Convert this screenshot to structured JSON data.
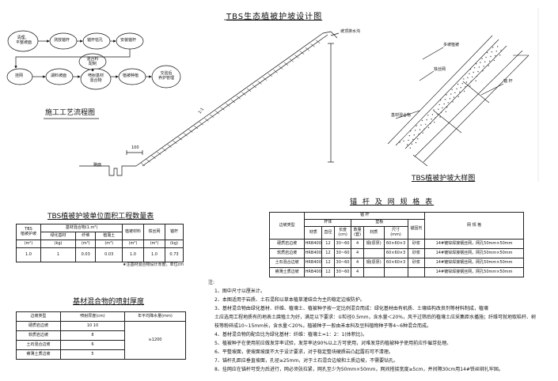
{
  "top_title": "TBS生态植被护坡设计图",
  "flow": {
    "title": "施工工艺流程图",
    "nodes": [
      "清理、\n平整坡面",
      "挂网",
      "锚杆枯孔",
      "混合料\n配制",
      "安装锚杆",
      "喷射基材\n混合物",
      "植被种植",
      "交验后\n养护管理"
    ],
    "n1": "清理、",
    "n1b": "平整坡面",
    "n2": "测放锚杆",
    "n3": "锚杆枯孔",
    "n4": "安装锚杆",
    "n5": "混合料",
    "n5b": "配制",
    "n6": "挂网",
    "n7": "湖料坡面",
    "n8": "喷射基材",
    "n8b": "混合物",
    "n9": "植被种植",
    "n10": "交验后",
    "n10b": "养护管理"
  },
  "section": {
    "label_top": "坡顶排水沟",
    "ratio": "1:1",
    "dim_100": "100",
    "label_road": "路面"
  },
  "detail": {
    "title": "TBS植被护坡大样图",
    "label_a": "多坡植被",
    "label_b": "铁丝网",
    "label_c": "锚 杆",
    "label_d": "基材混合物"
  },
  "qty_table": {
    "title": "TBS植被护坡单位面积工程数量表",
    "h_tbs": "TBS",
    "h_tbs2": "植被护坡",
    "h_unit1": "(m²)",
    "h_mix": "基材混合物(1.m³)",
    "h_green": "绿化基材",
    "h_fiber": "纤维",
    "h_soil": "植壤土",
    "h_kg": "(kg)",
    "h_m3": "(m³)",
    "h_seed": "植被材料",
    "h_seed_u": "(m²)",
    "h_wire": "铁丝网",
    "h_wire_u": "(m²)",
    "h_anchor": "锚杆",
    "h_anchor_u": "(kg)",
    "row": [
      "1.0",
      "1",
      "0.03",
      "0.03",
      "1.0",
      "1.0",
      "0.73"
    ],
    "note": "★注基材混合物设计厚度，单位cm"
  },
  "thick_table": {
    "title": "基材混合物的喷射厚度",
    "h1": "边坡类型",
    "h2": "喷射厚度(cm)",
    "h3": "年平均降水量(mm)",
    "rows": [
      {
        "type": "硬质岩边坡",
        "t": "10\n10"
      },
      {
        "type": "软质岩边坡",
        "t": "8"
      },
      {
        "type": "土石混合边坡",
        "t": "6"
      },
      {
        "type": "瘠薄土质边坡",
        "t": "5"
      }
    ],
    "rain": "≥1200"
  },
  "anchor_table": {
    "title": "锚 杆 及 网 规 格 表",
    "h_type": "边坡类型",
    "h_anchor": "锚    杆",
    "h_bar": "杆体",
    "h_pad": "垫板",
    "h_mat": "材质",
    "h_dia": "直径",
    "h_len": "长度\n(cm)",
    "h_len1": "长度",
    "h_len2": "(cm)",
    "h_num": "数量",
    "h_num1": "数量",
    "h_num2": "(套)",
    "h_mat2": "材质",
    "h_size": "尺寸",
    "h_size2": "(mm)",
    "h_grout": "锚固剂",
    "h_net": "网 规 格",
    "rows": [
      {
        "type": "硬质岩边坡",
        "mat": "HRB400",
        "dia": "12",
        "len": "30~60",
        "num": "4",
        "pmat": "钢(原厚)",
        "size": "60×60×3",
        "g": "砂浆",
        "net": "14#镀锌焊接钢丝网，网孔50mm×50mm"
      },
      {
        "type": "软质岩边坡",
        "mat": "HRB400",
        "dia": "12",
        "len": "30~60",
        "num": "4",
        "pmat": "",
        "size": "60×60×3",
        "g": "砂浆",
        "net": "14#镀锌焊接钢丝网，网孔50mm×50mm"
      },
      {
        "type": "土石混合边坡",
        "mat": "HRB400",
        "dia": "12",
        "len": "30~60",
        "num": "4",
        "pmat": "钢(原厚)",
        "size": "60×60×3",
        "g": "砂浆",
        "net": "14#镀锌焊接钢丝网，网孔50mm×50mm"
      },
      {
        "type": "瘠薄土质边坡",
        "mat": "HRB400",
        "dia": "12",
        "len": "30~60",
        "num": "4",
        "pmat": "",
        "size": "",
        "g": "",
        "net": "14#镀锌焊接钢丝网，网孔50mm×50mm"
      }
    ]
  },
  "notes": {
    "head": "注:",
    "lines": [
      "1、图中尺寸以厘米计。",
      "2、本图适用于岩质、土石混和以草本植草灌结合为主的稳定边坡防护。",
      "3、基材混合物由绿化基材、纤维、植壤土、植被种子按一定比例混合而成：绿化基材由有机质、土壤结构改良剂等材料制成，植壤",
      "土应选用工程地质有的地表土腐殖土为好，满足以下要求：①粒径0.5mm，含水量＜20%，风干过筛后的植壤土应采集距水播施；纤维可就地取秸秆、树",
      "枝等粉碎成10~15mm长，含水量＜20%，植被种子一般由禾本科及豆科植物种子等4~6种混合而成。",
      "4、基材混合物的配合比为绿化基材：纤维：植壤土=1：2：1(体积比)。",
      "5、植被种子在使用前应做发芽率试验，发芽率达90%以上方可使用，对难发芽的植被种子使用前应作催芽处理。",
      "6、平整坡面，使坡面坡度不大于设计要求，对于稳定整块硬质岩凸起露石可不清理。",
      "7、锚杆孔距应垂直坡面，孔径≥25mm，对于土石混合边坡和土质边坡，不需要钻孔。",
      "8、挂网应在锚杆可受力后进行，网必须张拉紧，网孔至少为50mm×50mm，网间搭接宽度≥5cm，并间隔30cm用14#铁丝绑扎牢固。"
    ]
  }
}
